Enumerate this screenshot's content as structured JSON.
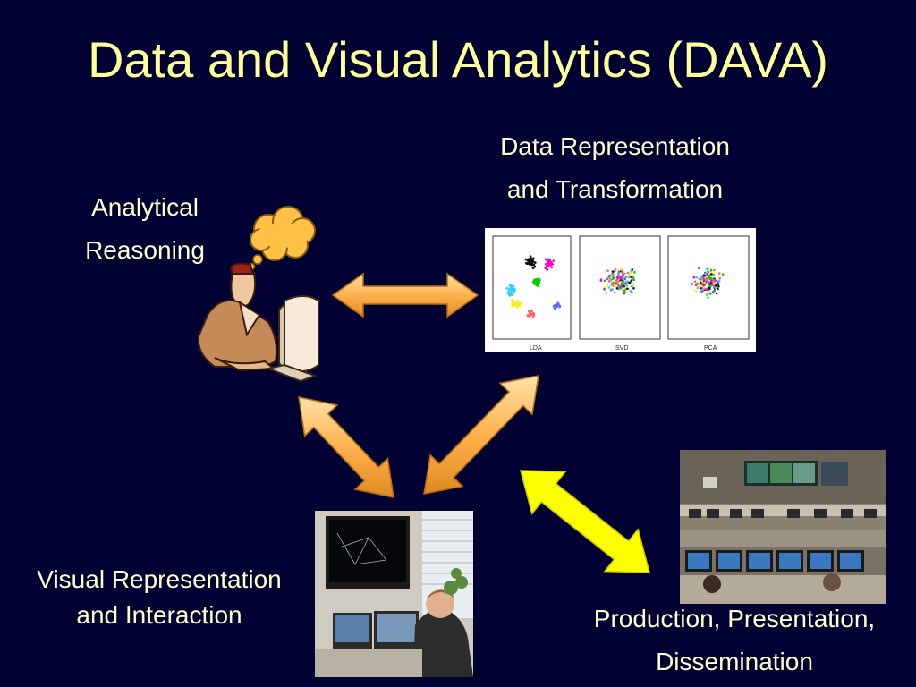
{
  "slide": {
    "title": "Data and Visual Analytics (DAVA)"
  },
  "nodes": {
    "analytical_reasoning": {
      "line1": "Analytical",
      "line2": "Reasoning"
    },
    "data_representation": {
      "line1": "Data Representation",
      "line2": "and Transformation"
    },
    "visual_representation": {
      "line1": "Visual Representation",
      "line2": "and Interaction"
    },
    "production": {
      "line1": "Production, Presentation,",
      "line2": "Dissemination"
    }
  },
  "scatter_panels": {
    "lda_label": "LDA",
    "svd_label": "SVD",
    "pca_label": "PCA"
  },
  "colors": {
    "background": "#000033",
    "title": "#ffff99",
    "label": "#ffffcc",
    "arrow_orange": "#ffb24d",
    "arrow_yellow": "#ffff00"
  }
}
